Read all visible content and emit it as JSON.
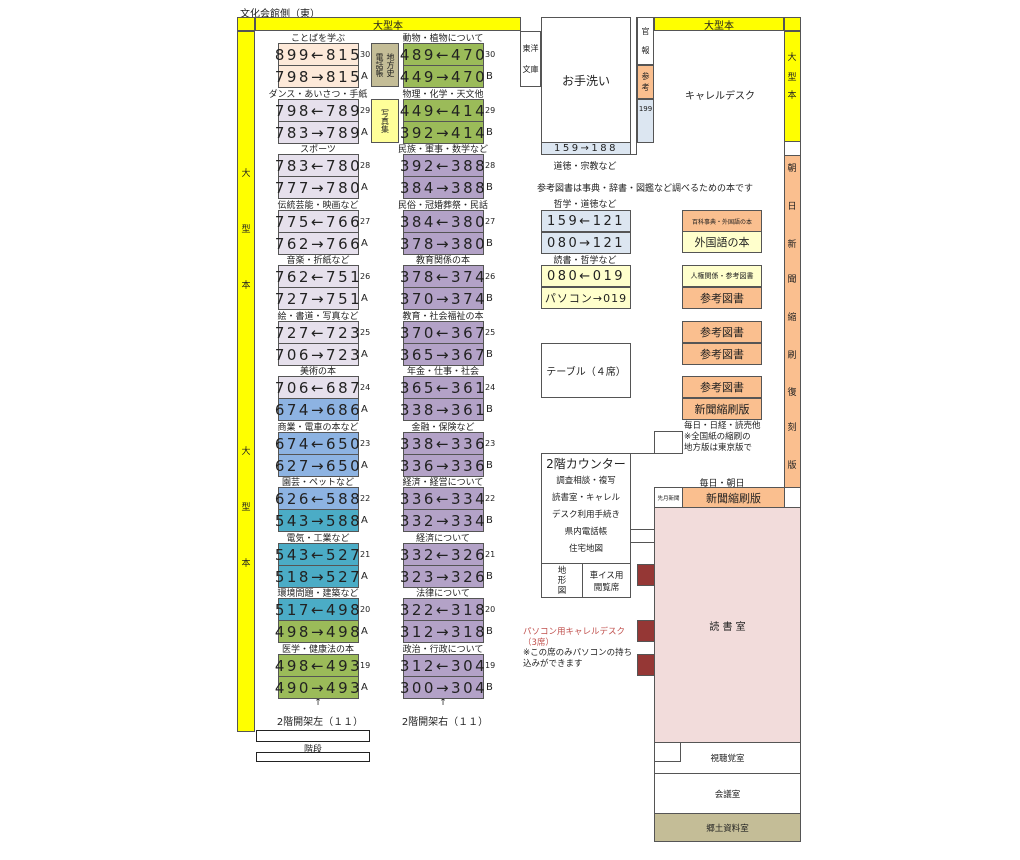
{
  "title": "文化会館側（東）",
  "large_books": "大型本",
  "left_vertical": [
    "大",
    "型",
    "本",
    "大",
    "型",
    "本"
  ],
  "right_vertical_large": [
    "大",
    "型",
    "本"
  ],
  "newspaper_vertical": [
    "朝",
    "日",
    "新",
    "聞",
    "縮",
    "刷",
    "復",
    "刻",
    "版"
  ],
  "left_shelves": [
    {
      "label": "ことばを学ぶ",
      "top": "899←815",
      "bottom": "798→815",
      "no": "30",
      "side": "A",
      "c1": "#fde9d9",
      "c2": "#fde9d9"
    },
    {
      "label": "ダンス・あいさつ・手紙",
      "top": "798←789",
      "bottom": "783→789",
      "no": "29",
      "side": "A",
      "c1": "#e6e0ec",
      "c2": "#e6e0ec"
    },
    {
      "label": "スポーツ",
      "top": "783←780",
      "bottom": "777→780",
      "no": "28",
      "side": "A",
      "c1": "#e6e0ec",
      "c2": "#e6e0ec"
    },
    {
      "label": "伝統芸能・映画など",
      "top": "775←766",
      "bottom": "762→766",
      "no": "27",
      "side": "A",
      "c1": "#e6e0ec",
      "c2": "#e6e0ec"
    },
    {
      "label": "音楽・折紙など",
      "top": "762←751",
      "bottom": "727→751",
      "no": "26",
      "side": "A",
      "c1": "#e6e0ec",
      "c2": "#e6e0ec"
    },
    {
      "label": "絵・書道・写真など",
      "top": "727←723",
      "bottom": "706→723",
      "no": "25",
      "side": "A",
      "c1": "#e6e0ec",
      "c2": "#e6e0ec"
    },
    {
      "label": "美術の本",
      "top": "706←687",
      "bottom": "674→686",
      "no": "24",
      "side": "A",
      "c1": "#e6e0ec",
      "c2": "#8db3e2"
    },
    {
      "label": "商業・電車の本など",
      "top": "674←650",
      "bottom": "627→650",
      "no": "23",
      "side": "A",
      "c1": "#8db3e2",
      "c2": "#8db3e2"
    },
    {
      "label": "園芸・ペットなど",
      "top": "626←588",
      "bottom": "543→588",
      "no": "22",
      "side": "A",
      "c1": "#8db3e2",
      "c2": "#4bacc6"
    },
    {
      "label": "電気・工業など",
      "top": "543←527",
      "bottom": "518→527",
      "no": "21",
      "side": "A",
      "c1": "#4bacc6",
      "c2": "#4bacc6"
    },
    {
      "label": "環境問題・建築など",
      "top": "517←498",
      "bottom": "498→498",
      "no": "20",
      "side": "A",
      "c1": "#4bacc6",
      "c2": "#9bbb59"
    },
    {
      "label": "医学・健康法の本",
      "top": "498←493",
      "bottom": "490→493",
      "no": "19",
      "side": "A",
      "c1": "#9bbb59",
      "c2": "#9bbb59"
    }
  ],
  "right_shelves": [
    {
      "label": "動物・植物について",
      "top": "489←470",
      "bottom": "449→470",
      "no": "30",
      "side": "B",
      "c1": "#9bbb59",
      "c2": "#9bbb59"
    },
    {
      "label": "物理・化学・天文他",
      "top": "449←414",
      "bottom": "392→414",
      "no": "29",
      "side": "B",
      "c1": "#9bbb59",
      "c2": "#9bbb59"
    },
    {
      "label": "民族・軍事・数学など",
      "top": "392←388",
      "bottom": "384→388",
      "no": "28",
      "side": "B",
      "c1": "#b3a2c7",
      "c2": "#b3a2c7"
    },
    {
      "label": "民俗・冠婚葬祭・民話",
      "top": "384←380",
      "bottom": "378→380",
      "no": "27",
      "side": "B",
      "c1": "#b3a2c7",
      "c2": "#b3a2c7"
    },
    {
      "label": "教育関係の本",
      "top": "378←374",
      "bottom": "370→374",
      "no": "26",
      "side": "B",
      "c1": "#b3a2c7",
      "c2": "#b3a2c7"
    },
    {
      "label": "教育・社会福祉の本",
      "top": "370←367",
      "bottom": "365→367",
      "no": "25",
      "side": "B",
      "c1": "#b3a2c7",
      "c2": "#b3a2c7"
    },
    {
      "label": "年金・仕事・社会",
      "top": "365←361",
      "bottom": "338→361",
      "no": "24",
      "side": "B",
      "c1": "#b3a2c7",
      "c2": "#b3a2c7"
    },
    {
      "label": "金融・保険など",
      "top": "338←336",
      "bottom": "336→336",
      "no": "23",
      "side": "B",
      "c1": "#b3a2c7",
      "c2": "#b3a2c7"
    },
    {
      "label": "経済・経営について",
      "top": "336←334",
      "bottom": "332→334",
      "no": "22",
      "side": "B",
      "c1": "#b3a2c7",
      "c2": "#b3a2c7"
    },
    {
      "label": "経済について",
      "top": "332←326",
      "bottom": "323→326",
      "no": "21",
      "side": "B",
      "c1": "#b3a2c7",
      "c2": "#b3a2c7"
    },
    {
      "label": "法律について",
      "top": "322←318",
      "bottom": "312→318",
      "no": "20",
      "side": "B",
      "c1": "#b3a2c7",
      "c2": "#b3a2c7"
    },
    {
      "label": "政治・行政について",
      "top": "312←304",
      "bottom": "300→304",
      "no": "19",
      "side": "B",
      "c1": "#b3a2c7",
      "c2": "#b3a2c7"
    }
  ],
  "local_history": "地方史",
  "phonebook": "電話帳",
  "photo": "写真集",
  "arrow": "↑",
  "left_stack": "2階開架左（１１）",
  "right_stack": "2階開架右（１１）",
  "stairs": "階段",
  "toyo": [
    "東洋",
    "文庫"
  ],
  "restroom": "お手洗い",
  "restroom_shelf": "159→188",
  "kanpo": [
    "官",
    "報"
  ],
  "sanko": [
    "参",
    "考"
  ],
  "n199": "199",
  "carrel": "キャレルデスク",
  "moral": "道徳・宗教など",
  "ref_note": "参考図書は事典・辞書・図鑑など調べるための本です",
  "philo": "哲学・道徳など",
  "p_top": "159←121",
  "p_bottom": "080→121",
  "reading": "読書・哲学など",
  "r_top": "080←019",
  "r_bottom": "パソコン→019",
  "table": "テーブル（４席）",
  "encyc": "百科事典・外国語の本",
  "foreign": "外国語の本",
  "human": "人権関係・参考図書",
  "ref": "参考図書",
  "news_shrink": "新聞縮刷版",
  "news_note": [
    "毎日・日経・読売他",
    "※全国紙の縮刷の",
    "地方版は東京版で"
  ],
  "counter": {
    "title": "2階カウンター",
    "items": [
      "調査相談・複写",
      "読書室・キャレル",
      "デスク利用手続き",
      "県内電話帳",
      "住宅地図"
    ]
  },
  "topo": [
    "地",
    "形",
    "図"
  ],
  "wheelchair": [
    "車イス用",
    "閲覧席"
  ],
  "mainichi_asahi": "毎日・朝日",
  "last_month": "先月新聞",
  "reading_room": "読 書 室",
  "pc_carrel": [
    "パソコン用キャレルデスク",
    "（3席）"
  ],
  "pc_note": [
    "※この席のみパソコンの持ち",
    "込みができます"
  ],
  "av_room": "視聴覚室",
  "meeting": "会議室",
  "local_room": "郷土資料室"
}
